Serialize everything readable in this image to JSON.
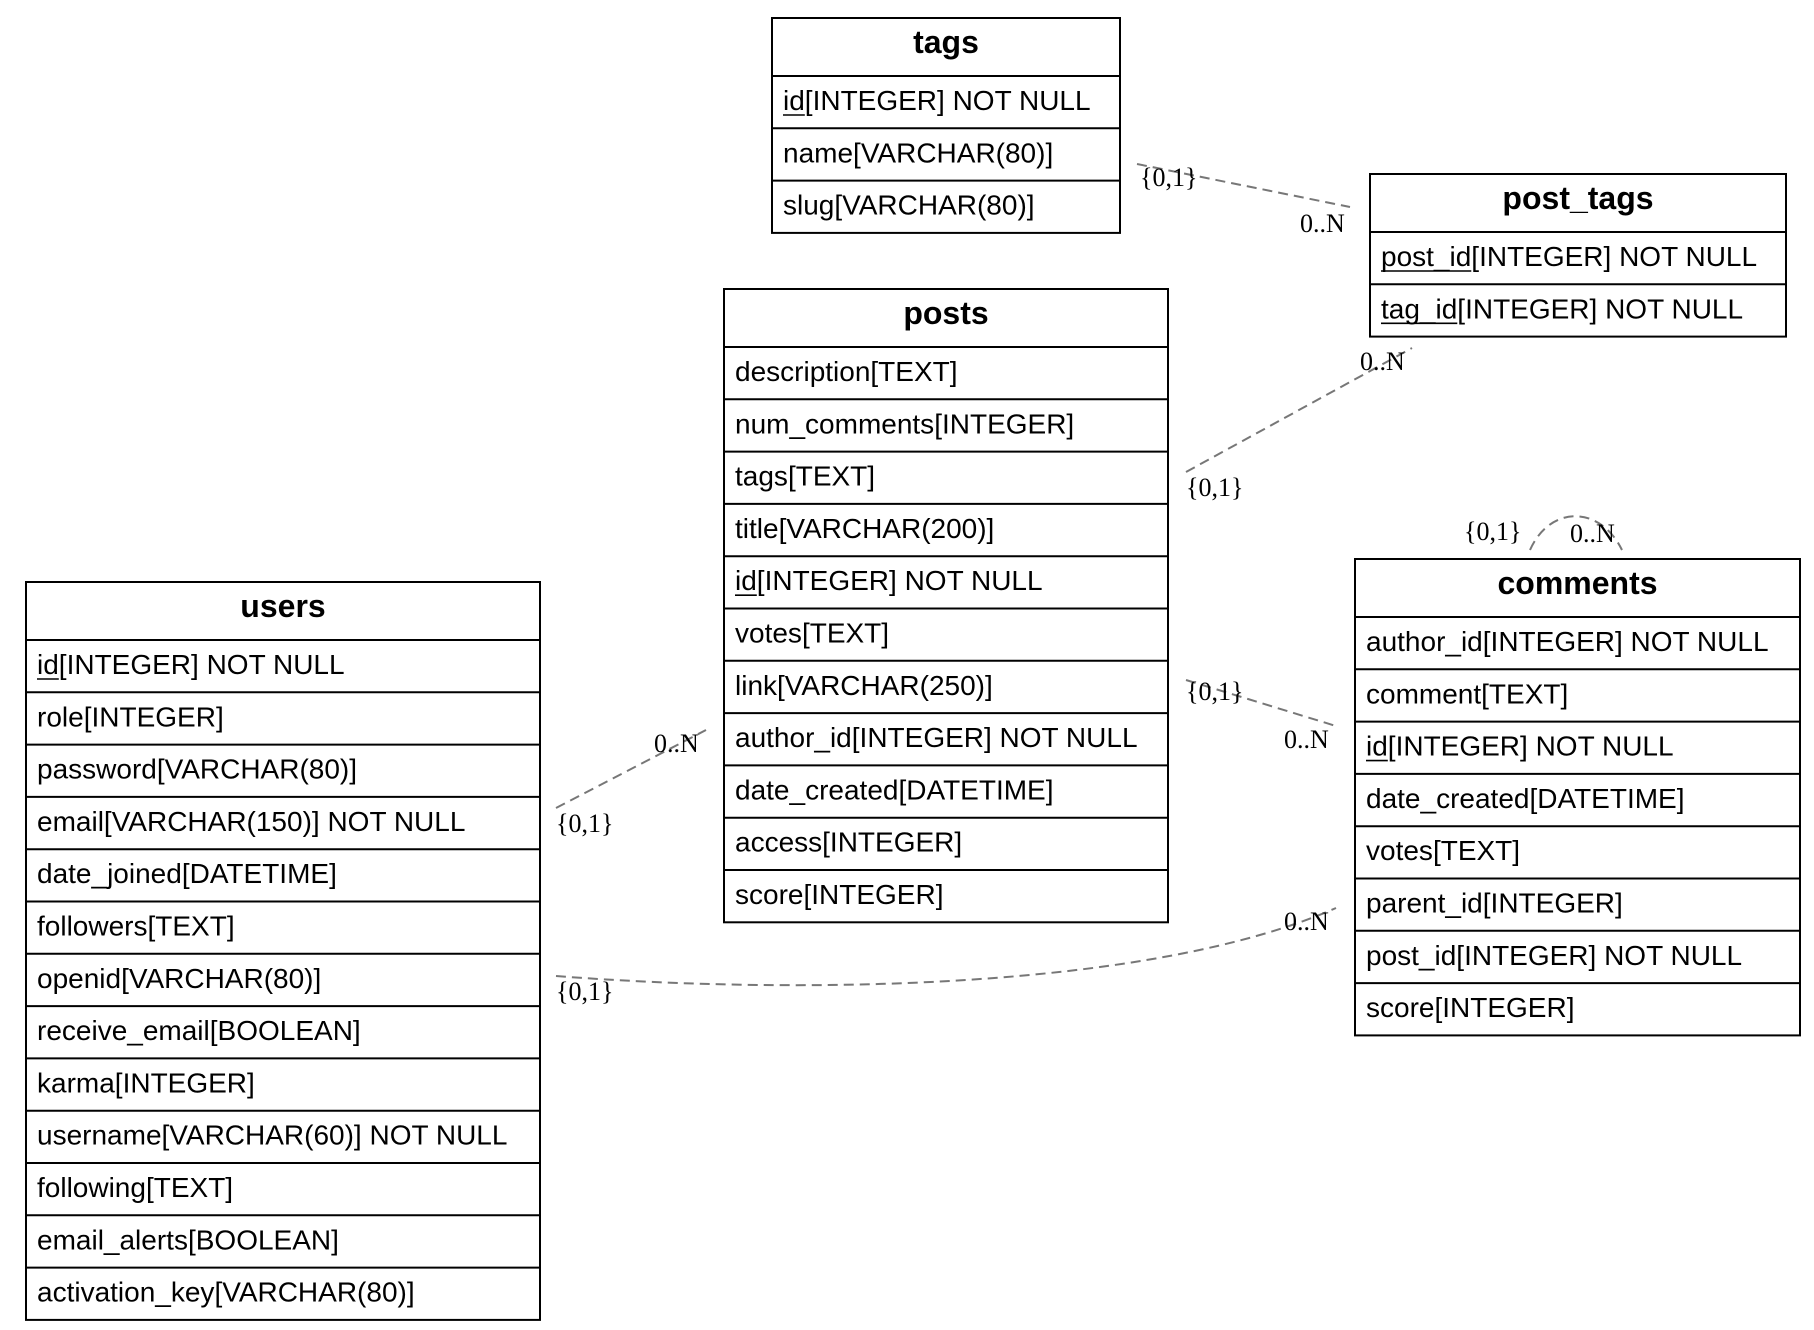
{
  "tables": [
    {
      "id": "tags",
      "name": "tags",
      "columns": [
        {
          "name": "id",
          "type": "[INTEGER] NOT NULL",
          "pk": true
        },
        {
          "name": "name",
          "type": "[VARCHAR(80)]",
          "pk": false
        },
        {
          "name": "slug",
          "type": "[VARCHAR(80)]",
          "pk": false
        }
      ]
    },
    {
      "id": "post_tags",
      "name": "post_tags",
      "columns": [
        {
          "name": "post_id",
          "type": "[INTEGER] NOT NULL",
          "pk": true
        },
        {
          "name": "tag_id",
          "type": "[INTEGER] NOT NULL",
          "pk": true
        }
      ]
    },
    {
      "id": "posts",
      "name": "posts",
      "columns": [
        {
          "name": "description",
          "type": "[TEXT]",
          "pk": false
        },
        {
          "name": "num_comments",
          "type": "[INTEGER]",
          "pk": false
        },
        {
          "name": "tags",
          "type": "[TEXT]",
          "pk": false
        },
        {
          "name": "title",
          "type": "[VARCHAR(200)]",
          "pk": false
        },
        {
          "name": "id",
          "type": "[INTEGER] NOT NULL",
          "pk": true
        },
        {
          "name": "votes",
          "type": "[TEXT]",
          "pk": false
        },
        {
          "name": "link",
          "type": "[VARCHAR(250)]",
          "pk": false
        },
        {
          "name": "author_id",
          "type": "[INTEGER] NOT NULL",
          "pk": false
        },
        {
          "name": "date_created",
          "type": "[DATETIME]",
          "pk": false
        },
        {
          "name": "access",
          "type": "[INTEGER]",
          "pk": false
        },
        {
          "name": "score",
          "type": "[INTEGER]",
          "pk": false
        }
      ]
    },
    {
      "id": "users",
      "name": "users",
      "columns": [
        {
          "name": "id",
          "type": "[INTEGER] NOT NULL",
          "pk": true
        },
        {
          "name": "role",
          "type": "[INTEGER]",
          "pk": false
        },
        {
          "name": "password",
          "type": "[VARCHAR(80)]",
          "pk": false
        },
        {
          "name": "email",
          "type": "[VARCHAR(150)] NOT NULL",
          "pk": false
        },
        {
          "name": "date_joined",
          "type": "[DATETIME]",
          "pk": false
        },
        {
          "name": "followers",
          "type": "[TEXT]",
          "pk": false
        },
        {
          "name": "openid",
          "type": "[VARCHAR(80)]",
          "pk": false
        },
        {
          "name": "receive_email",
          "type": "[BOOLEAN]",
          "pk": false
        },
        {
          "name": "karma",
          "type": "[INTEGER]",
          "pk": false
        },
        {
          "name": "username",
          "type": "[VARCHAR(60)] NOT NULL",
          "pk": false
        },
        {
          "name": "following",
          "type": "[TEXT]",
          "pk": false
        },
        {
          "name": "email_alerts",
          "type": "[BOOLEAN]",
          "pk": false
        },
        {
          "name": "activation_key",
          "type": "[VARCHAR(80)]",
          "pk": false
        }
      ]
    },
    {
      "id": "comments",
      "name": "comments",
      "columns": [
        {
          "name": "author_id",
          "type": "[INTEGER] NOT NULL",
          "pk": false
        },
        {
          "name": "comment",
          "type": "[TEXT]",
          "pk": false
        },
        {
          "name": "id",
          "type": "[INTEGER] NOT NULL",
          "pk": true
        },
        {
          "name": "date_created",
          "type": "[DATETIME]",
          "pk": false
        },
        {
          "name": "votes",
          "type": "[TEXT]",
          "pk": false
        },
        {
          "name": "parent_id",
          "type": "[INTEGER]",
          "pk": false
        },
        {
          "name": "post_id",
          "type": "[INTEGER] NOT NULL",
          "pk": false
        },
        {
          "name": "score",
          "type": "[INTEGER]",
          "pk": false
        }
      ]
    }
  ],
  "relations": [
    {
      "id": "tags-post_tags",
      "one": "{0,1}",
      "many": "0..N"
    },
    {
      "id": "posts-post_tags",
      "one": "{0,1}",
      "many": "0..N"
    },
    {
      "id": "users-posts",
      "one": "{0,1}",
      "many": "0..N"
    },
    {
      "id": "posts-comments",
      "one": "{0,1}",
      "many": "0..N"
    },
    {
      "id": "users-comments",
      "one": "{0,1}",
      "many": "0..N"
    },
    {
      "id": "comments-comments",
      "one": "{0,1}",
      "many": "0..N"
    }
  ],
  "colors": {
    "table_border": "#000000",
    "relation_line": "#777777",
    "background": "#ffffff"
  }
}
